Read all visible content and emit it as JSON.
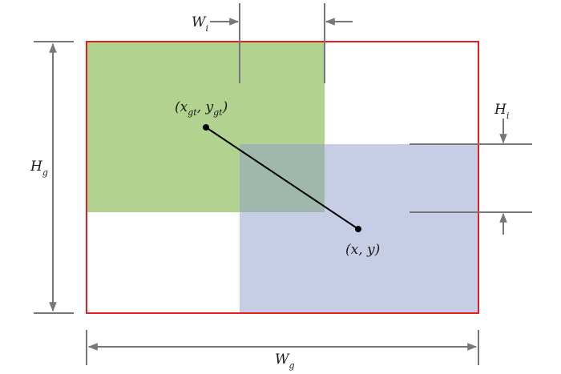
{
  "labels": {
    "wi_main": "W",
    "wi_sub": "i",
    "hi_main": "H",
    "hi_sub": "i",
    "hg_main": "H",
    "hg_sub": "g",
    "wg_main": "W",
    "wg_sub": "g",
    "gt_open": "(x",
    "gt_sub1": "gt",
    "gt_mid": ", y",
    "gt_sub2": "gt",
    "gt_close": ")",
    "pred_point": "(x, y)"
  },
  "colors": {
    "enclosing_box": "#e0201f",
    "gt_box": "#b2d38f",
    "pred_box": "#c6cde5",
    "overlap": "#9fb7ad",
    "dimension": "#777777",
    "center_line": "#000000"
  }
}
